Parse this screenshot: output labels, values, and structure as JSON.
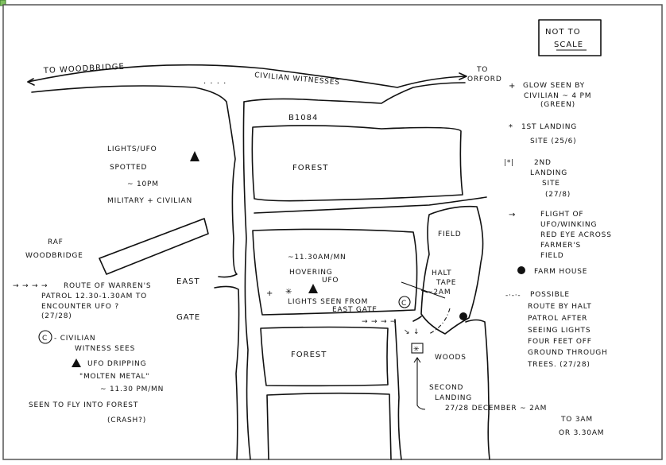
{
  "title_box": {
    "line1": "NOT TO",
    "line2": "SCALE"
  },
  "places": {
    "woodbridge_road": "TO WOODBRIDGE",
    "civilian_witnesses": "CIVILIAN WITNESSES",
    "orford_1": "TO",
    "orford_2": "ORFORD",
    "b1084": "B1084",
    "forest_top": "FOREST",
    "forest_bottom": "FOREST",
    "field": "FIELD",
    "woods": "WOODS",
    "raf_1": "RAF",
    "raf_2": "WOODBRIDGE",
    "east": "EAST",
    "gate": "GATE"
  },
  "annotations": {
    "lights_ufo": [
      "LIGHTS/UFO",
      "SPOTTED",
      "~ 10PM",
      "MILITARY + CIVILIAN"
    ],
    "hovering": [
      "~11.30AM/MN",
      "HOVERING",
      "UFO"
    ],
    "lights_seen": [
      "LIGHTS SEEN FROM",
      "EAST GATE"
    ],
    "halt_tape": [
      "HALT",
      "TAPE",
      "~2AM"
    ],
    "second_landing": [
      "SECOND",
      "LANDING",
      "27/28 DECEMBER ~ 2AM",
      "TO 3AM",
      "OR 3.30AM"
    ]
  },
  "legend_right": [
    {
      "symbol": "+",
      "lines": [
        "GLOW SEEN BY",
        "CIVILIAN ~ 4 PM",
        "(GREEN)"
      ]
    },
    {
      "symbol": "*",
      "lines": [
        "1ST LANDING",
        "SITE (25/6)"
      ]
    },
    {
      "symbol": "|*|",
      "lines": [
        "2ND",
        "LANDING",
        "SITE",
        "(27/8)"
      ]
    },
    {
      "symbol": "→",
      "lines": [
        "FLIGHT OF",
        "UFO/WINKING",
        "RED EYE ACROSS",
        "FARMER'S",
        "FIELD"
      ]
    },
    {
      "symbol": "●",
      "lines": [
        "FARM HOUSE"
      ]
    },
    {
      "symbol": "-·-·-",
      "lines": [
        "POSSIBLE",
        "ROUTE BY HALT",
        "PATROL AFTER",
        "SEEING LIGHTS",
        "FOUR FEET OFF",
        "GROUND THROUGH",
        "TREES. (27/28)"
      ]
    }
  ],
  "legend_left": {
    "patrol": {
      "symbol": "→ → → →",
      "lines": [
        "ROUTE OF WARREN'S",
        "PATROL 12.30-1.30AM TO",
        "ENCOUNTER UFO ?",
        "(27/28)"
      ]
    },
    "civilian": {
      "symbol": "C",
      "lines": [
        "- CIVILIAN",
        "WITNESS SEES",
        "UFO DRIPPING",
        "\"MOLTEN METAL\"",
        "~ 11.30 PM/MN"
      ]
    },
    "crash": [
      "SEEN TO FLY INTO FOREST",
      "(CRASH?)"
    ]
  }
}
